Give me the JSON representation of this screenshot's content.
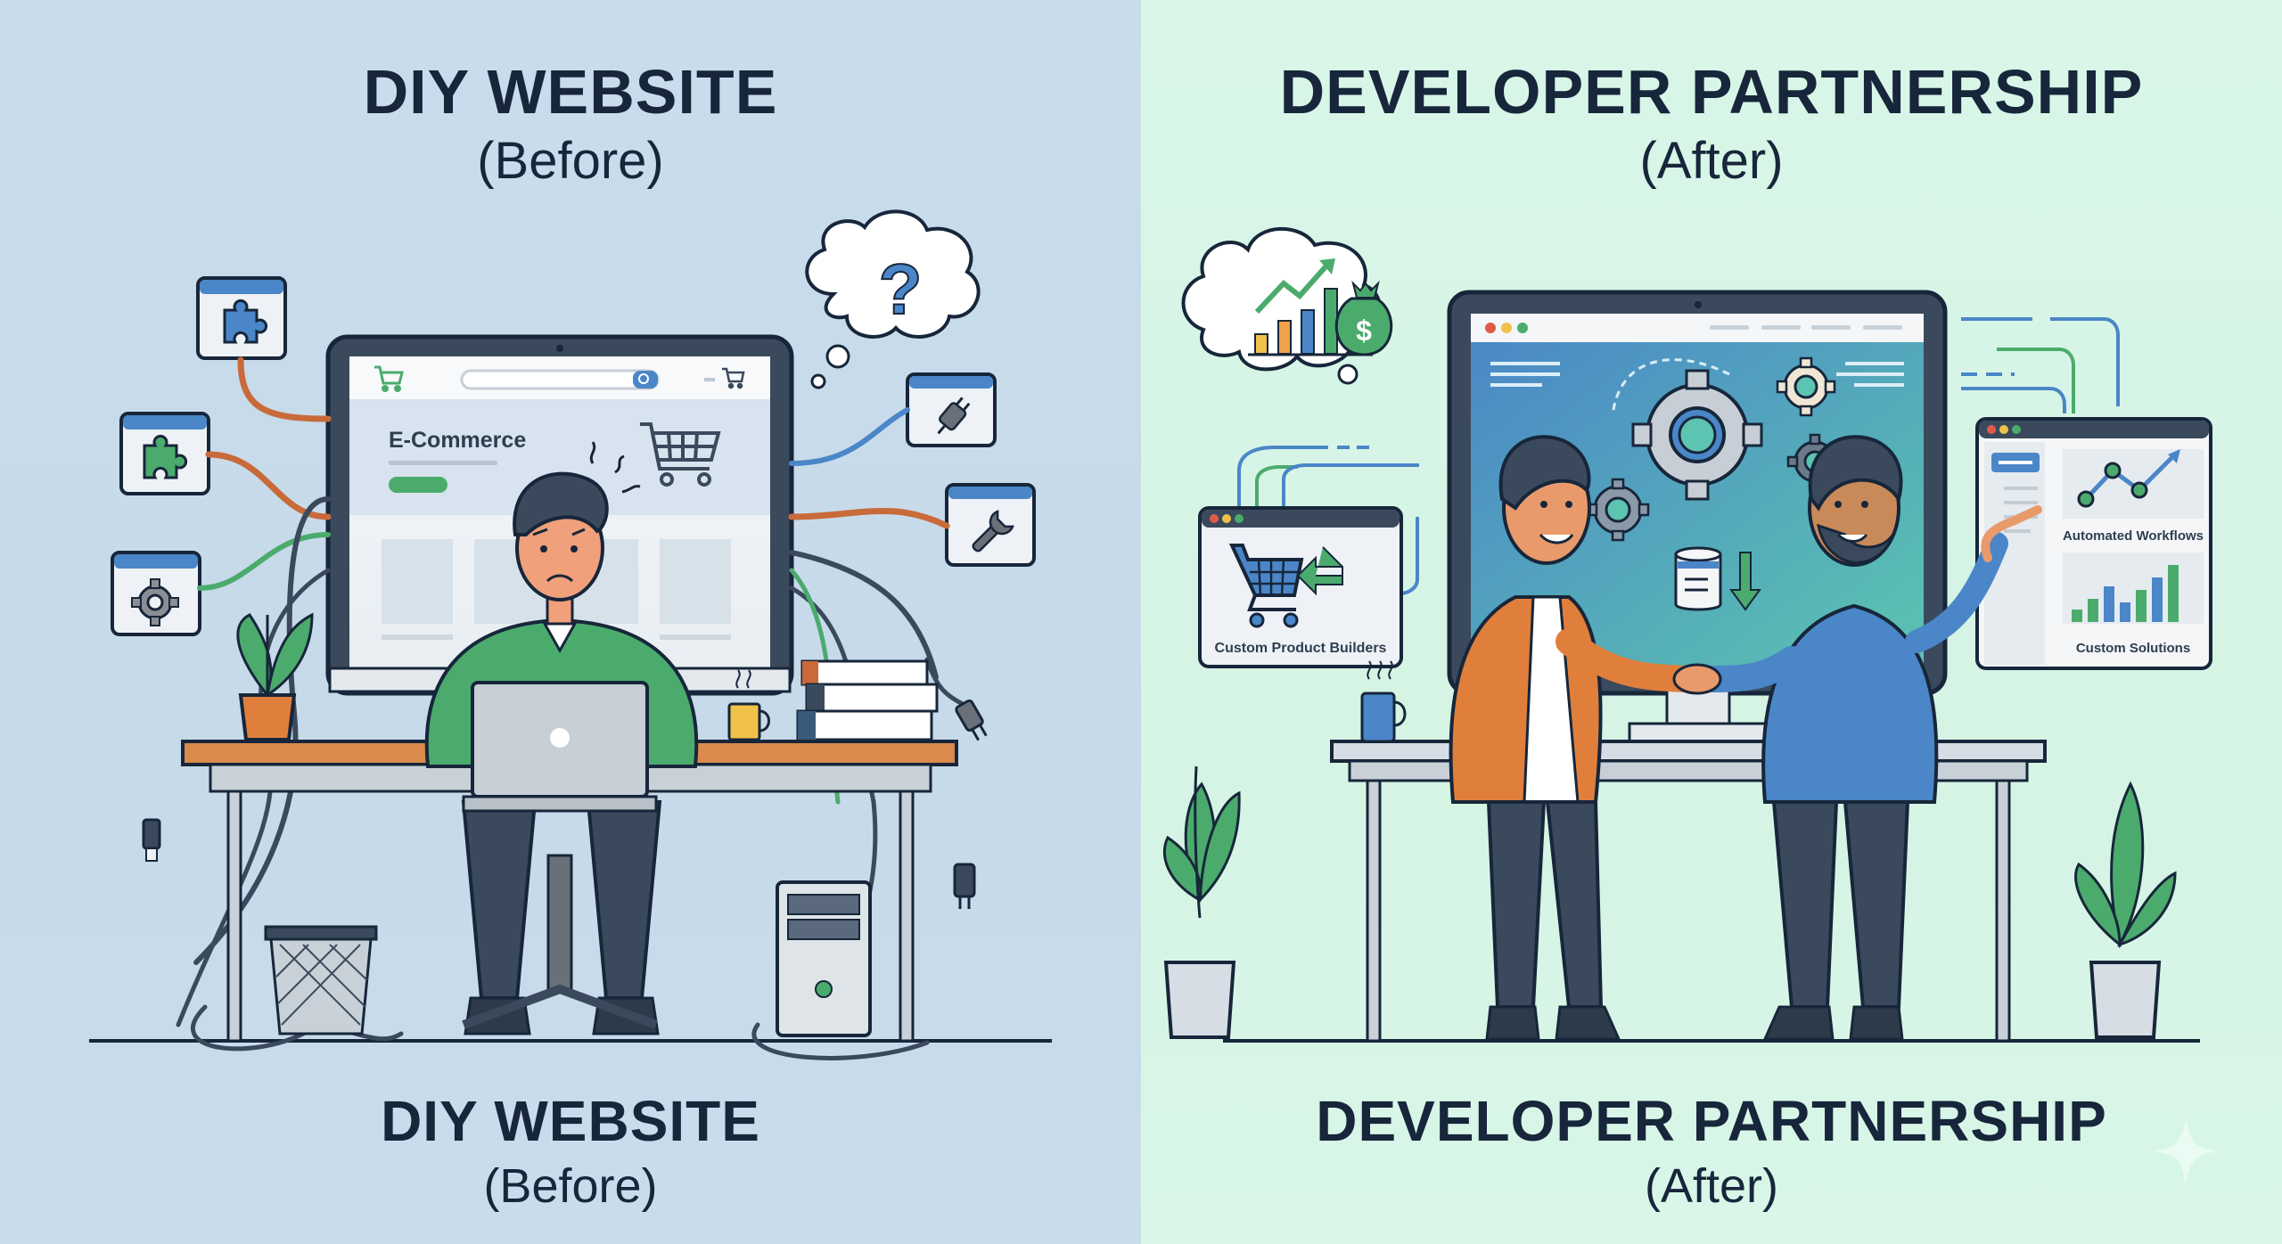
{
  "left_panel": {
    "background": "#c7dbea",
    "title": "DIY WEBSITE",
    "subtitle": "(Before)",
    "footer_title": "DIY WEBSITE",
    "footer_subtitle": "(Before)",
    "illustration": {
      "monitor_screen": {
        "heading": "E-Commerce",
        "search_placeholder": "",
        "icons": [
          "cart-icon",
          "search-icon",
          "cart-icon"
        ]
      },
      "plugin_windows": [
        {
          "icon": "puzzle-piece-icon",
          "color": "#4a86c8"
        },
        {
          "icon": "puzzle-piece-icon",
          "color": "#4bab6d"
        },
        {
          "icon": "gear-icon",
          "color": "#8a8f96"
        },
        {
          "icon": "plug-icon",
          "color": "#6b7078"
        },
        {
          "icon": "wrench-icon",
          "color": "#6b7078"
        }
      ],
      "thought_bubble": {
        "icon": "question-mark-icon",
        "text": "?"
      },
      "person_mood": "frustrated",
      "objects": [
        "laptop",
        "plant",
        "coffee-mug",
        "book-stack",
        "trash-bin",
        "pc-tower",
        "tangled-cables"
      ]
    }
  },
  "right_panel": {
    "background": "#d6f5e6",
    "title": "DEVELOPER PARTNERSHIP",
    "subtitle": "(After)",
    "footer_title": "DEVELOPER PARTNERSHIP",
    "footer_subtitle": "(After)",
    "illustration": {
      "thought_bubble": {
        "icons": [
          "bar-chart-icon",
          "trend-arrow-icon",
          "money-bag-icon"
        ],
        "money_symbol": "$"
      },
      "monitor_screen": {
        "icons": [
          "gear-icon",
          "gear-icon",
          "gear-icon",
          "gear-icon",
          "database-icon",
          "down-arrow-icon"
        ]
      },
      "side_windows": [
        {
          "label": "Custom Product Builders",
          "icon": "cart-icon"
        },
        {
          "label": "Automated Workflows",
          "icon": "line-chart-icon"
        },
        {
          "label": "Custom Solutions",
          "icon": "bar-chart-icon"
        }
      ],
      "people_action": "handshake",
      "objects": [
        "standing-desk",
        "coffee-mug",
        "plant",
        "plant"
      ]
    }
  },
  "colors": {
    "ink": "#17263a",
    "blue": "#4a86c8",
    "green": "#4bab6d",
    "orange": "#e07f3c",
    "yellow": "#f0c24a",
    "red": "#e05a4a"
  }
}
